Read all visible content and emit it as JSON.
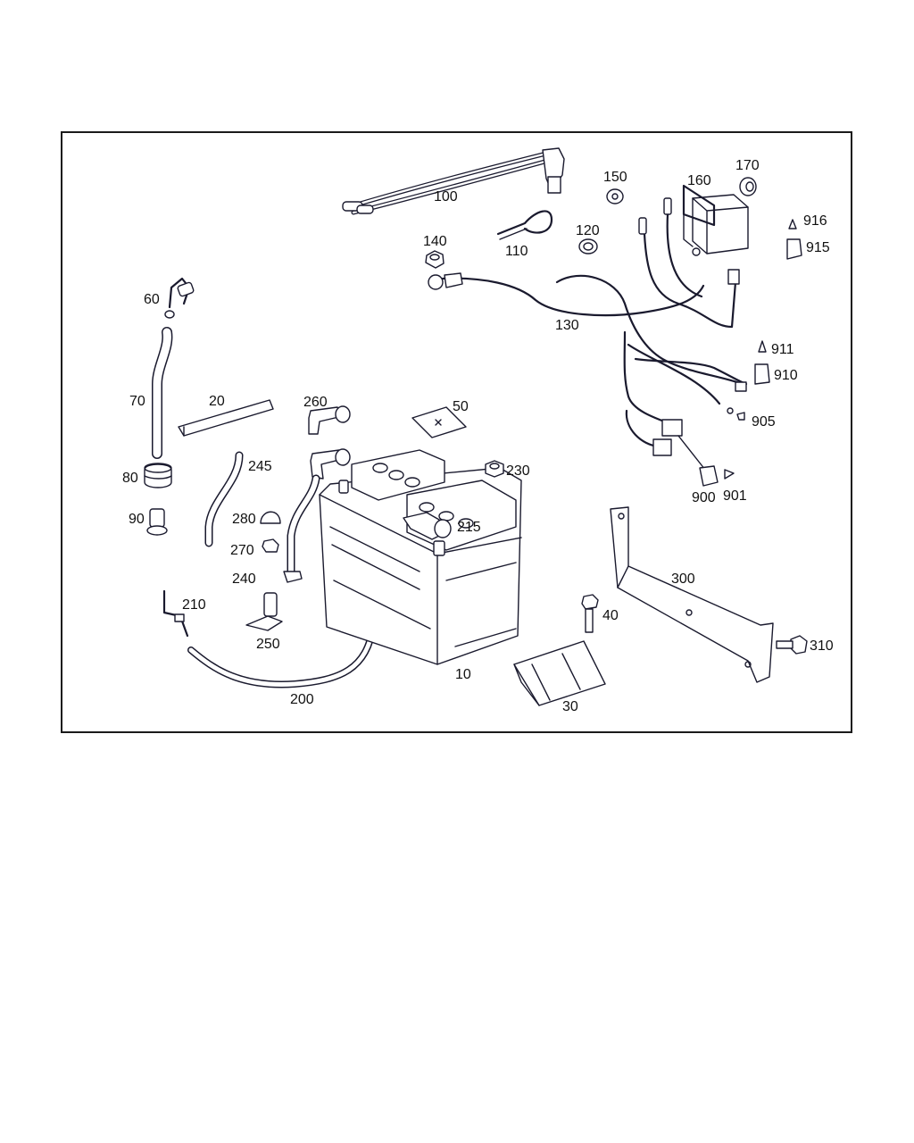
{
  "diagram": {
    "labels": [
      {
        "id": "10",
        "text": "10"
      },
      {
        "id": "20",
        "text": "20"
      },
      {
        "id": "30",
        "text": "30"
      },
      {
        "id": "40",
        "text": "40"
      },
      {
        "id": "50",
        "text": "50"
      },
      {
        "id": "60",
        "text": "60"
      },
      {
        "id": "70",
        "text": "70"
      },
      {
        "id": "80",
        "text": "80"
      },
      {
        "id": "90",
        "text": "90"
      },
      {
        "id": "100",
        "text": "100"
      },
      {
        "id": "110",
        "text": "110"
      },
      {
        "id": "120",
        "text": "120"
      },
      {
        "id": "130",
        "text": "130"
      },
      {
        "id": "140",
        "text": "140"
      },
      {
        "id": "150",
        "text": "150"
      },
      {
        "id": "160",
        "text": "160"
      },
      {
        "id": "170",
        "text": "170"
      },
      {
        "id": "200",
        "text": "200"
      },
      {
        "id": "210",
        "text": "210"
      },
      {
        "id": "215",
        "text": "215"
      },
      {
        "id": "230",
        "text": "230"
      },
      {
        "id": "240",
        "text": "240"
      },
      {
        "id": "245",
        "text": "245"
      },
      {
        "id": "250",
        "text": "250"
      },
      {
        "id": "260",
        "text": "260"
      },
      {
        "id": "270",
        "text": "270"
      },
      {
        "id": "280",
        "text": "280"
      },
      {
        "id": "300",
        "text": "300"
      },
      {
        "id": "310",
        "text": "310"
      },
      {
        "id": "900",
        "text": "900"
      },
      {
        "id": "901",
        "text": "901"
      },
      {
        "id": "905",
        "text": "905"
      },
      {
        "id": "910",
        "text": "910"
      },
      {
        "id": "911",
        "text": "911"
      },
      {
        "id": "915",
        "text": "915"
      },
      {
        "id": "916",
        "text": "916"
      }
    ]
  }
}
